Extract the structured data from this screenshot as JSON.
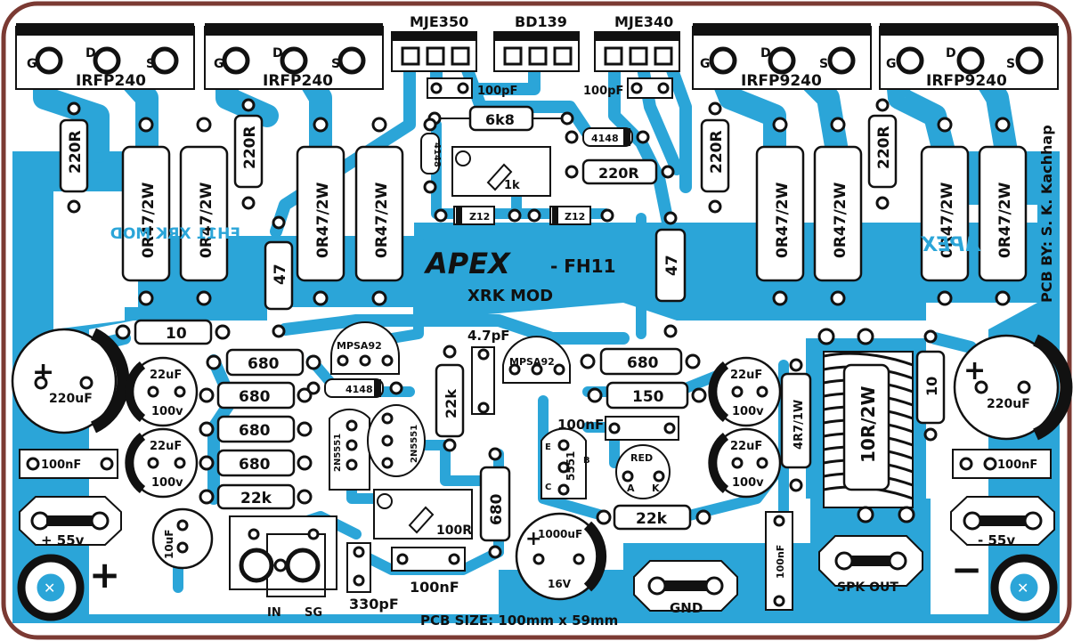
{
  "board": {
    "title_logo": "APEX",
    "title_model": "- FH11",
    "subtitle": "XRK MOD",
    "mirror_text_left": "FH11 XRK MOD",
    "mirror_text_right": "APEX",
    "credit": "PCB BY: S. K. Kachhap",
    "size_note": "PCB SIZE: 100mm x 59mm",
    "colors": {
      "copper": "#2ba5d8",
      "border": "#7b3a33",
      "silk": "#111111",
      "paper": "#ffffff"
    }
  },
  "transistors_power": [
    {
      "name": "IRFP240",
      "pins": [
        "G",
        "D",
        "S"
      ]
    },
    {
      "name": "IRFP240",
      "pins": [
        "G",
        "D",
        "S"
      ]
    },
    {
      "name": "IRFP9240",
      "pins": [
        "G",
        "D",
        "S"
      ]
    },
    {
      "name": "IRFP9240",
      "pins": [
        "G",
        "D",
        "S"
      ]
    }
  ],
  "drivers": [
    "MJE350",
    "BD139",
    "MJE340"
  ],
  "resistors": {
    "gate_left_1": "220R",
    "gate_left_2": "220R",
    "gate_right_1": "220R",
    "gate_right_2": "220R",
    "source_1": "0R47/2W",
    "source_2": "0R47/2W",
    "source_3": "0R47/2W",
    "source_4": "0R47/2W",
    "source_5": "0R47/2W",
    "source_6": "0R47/2W",
    "source_7": "0R47/2W",
    "source_8": "0R47/2W",
    "r_6k8": "6k8",
    "r_220r_mid": "220R",
    "r_47_left": "47",
    "r_47_right": "47",
    "r_10_left": "10",
    "r_10_right": "10",
    "r_680_1": "680",
    "r_680_2": "680",
    "r_680_3": "680",
    "r_680_4": "680",
    "r_680_5": "680",
    "r_680_v": "680",
    "r_22k_1": "22k",
    "r_22k_v": "22k",
    "r_22k_2": "22k",
    "r_150": "150",
    "r_4r7": "4R7/1W",
    "r_10r_coil": "10R/2W",
    "r_100nf_v": "100nF"
  },
  "capacitors": {
    "c_100pf_left": "100pF",
    "c_100pf_right": "100pF",
    "c_4p7": "4.7pF",
    "c_100nf_mid": "100nF",
    "c_100nf_bottom": "100nF",
    "c_330pf": "330pF",
    "c_100nf_left": "100nF",
    "c_100nf_right": "100nF",
    "e_220_left": "220uF",
    "e_220_right": "220uF",
    "e_22_a": "22uF",
    "e_22_a_v": "100v",
    "e_22_b": "22uF",
    "e_22_b_v": "100v",
    "e_22_c": "22uF",
    "e_22_c_v": "100v",
    "e_22_d": "22uF",
    "e_22_d_v": "100v",
    "e_10uf": "10uF",
    "e_1000": "1000uF",
    "e_1000_v": "16V"
  },
  "semis": {
    "zener_1": "Z12",
    "zener_2": "Z12",
    "diode_1": "4148",
    "diode_2": "4148",
    "diode_3": "4148",
    "mpsa92_1": "MPSA92",
    "mpsa92_2": "MPSA92",
    "n5551_1": "2N5551",
    "n5551_2": "2N5551",
    "n5551_3": "5551",
    "n5551_3_e": "E",
    "n5551_3_b": "B",
    "n5551_3_c": "C",
    "led": "RED",
    "led_a": "A",
    "led_k": "K",
    "trim_1k": "1k",
    "trim_100r": "100R"
  },
  "connectors": {
    "pos_supply": "+ 55v",
    "neg_supply": "- 55v",
    "gnd": "GND",
    "spk": "SPK OUT",
    "in": "IN",
    "sg": "SG",
    "plus_sign": "+",
    "minus_sign": "−",
    "cap_plus": "+"
  }
}
